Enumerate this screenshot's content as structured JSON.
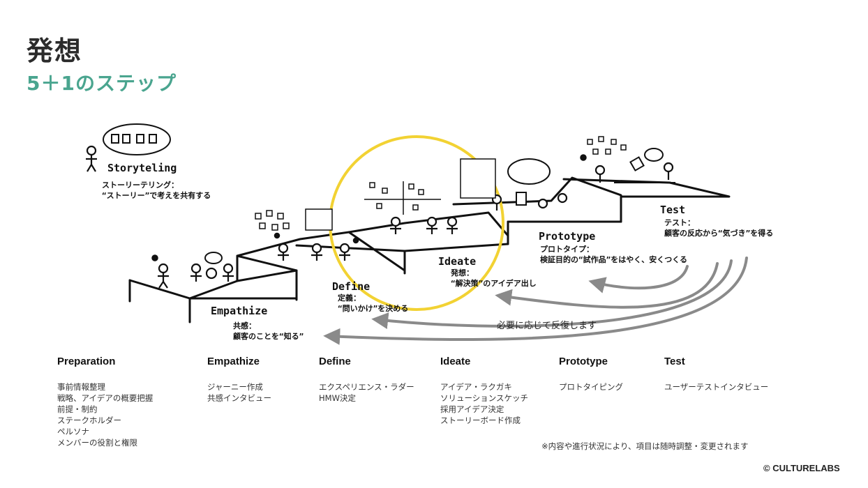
{
  "header": {
    "title": "発想",
    "subtitle": "5＋1のステップ"
  },
  "colors": {
    "accent_teal": "#4aa58f",
    "highlight_yellow": "#f2d233",
    "loop_gray": "#8a8a8a",
    "ink": "#111111"
  },
  "diagram": {
    "storyteling": {
      "name": "Storyteling",
      "desc": "ストーリーテリング：\n“ストーリー”で考えを共有する"
    },
    "empathize": {
      "name": "Empathize",
      "desc": "共感：\n顧客のことを“知る”"
    },
    "define": {
      "name": "Define",
      "desc": "定義：\n“問いかけ”を決める"
    },
    "ideate": {
      "name": "Ideate",
      "desc": "発想：\n“解決策”のアイデア出し"
    },
    "prototype": {
      "name": "Prototype",
      "desc": "プロトタイプ：\n検証目的の“試作品”をはやく、安くつくる"
    },
    "test": {
      "name": "Test",
      "desc": "テスト：\n顧客の反応から“気づき”を得る"
    },
    "loop_label": "必要に応じて反復します"
  },
  "columns": [
    {
      "heading": "Preparation",
      "items": [
        "事前情報整理",
        "戦略、アイデアの概要把握",
        "前提・制約",
        "ステークホルダー",
        "ペルソナ",
        "メンバーの役割と権限"
      ]
    },
    {
      "heading": "Empathize",
      "items": [
        "ジャーニー作成",
        "共感インタビュー"
      ]
    },
    {
      "heading": "Define",
      "items": [
        "エクスペリエンス・ラダー",
        "HMW決定"
      ]
    },
    {
      "heading": "Ideate",
      "items": [
        "アイデア・ラクガキ",
        "ソリューションスケッチ",
        "採用アイデア決定",
        "ストーリーボード作成"
      ]
    },
    {
      "heading": "Prototype",
      "items": [
        "プロトタイピング"
      ]
    },
    {
      "heading": "Test",
      "items": [
        "ユーザーテストインタビュー"
      ]
    }
  ],
  "footer": {
    "note": "※内容や進行状況により、項目は随時調整・変更されます",
    "copyright": "© CULTURELABS"
  }
}
